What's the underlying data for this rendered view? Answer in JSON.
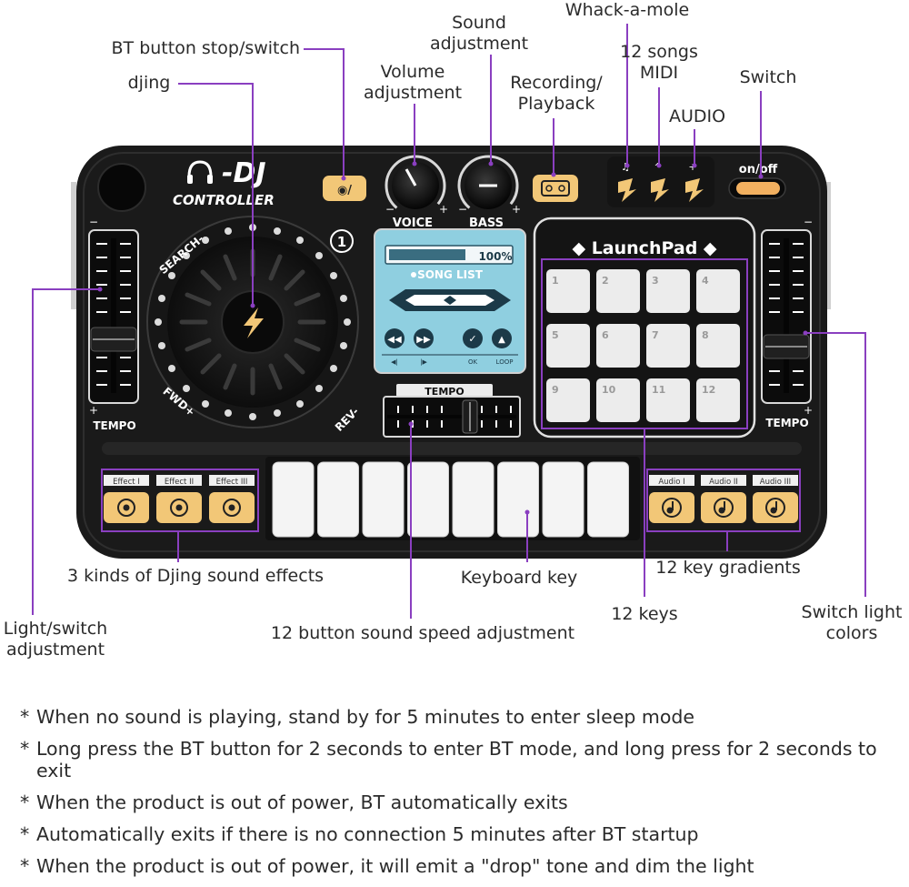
{
  "device": {
    "logo_text": "-DJ",
    "logo_subtext": "CONTROLLER",
    "knobs": [
      {
        "label": "VOICE",
        "minus": "−",
        "plus": "+"
      },
      {
        "label": "BASS",
        "minus": "−",
        "plus": "+"
      }
    ],
    "power_label": "on/off",
    "screen": {
      "percent": "100%",
      "song_list": "SONG LIST",
      "small_labels": [
        "◀|",
        "|▶",
        "OK",
        "LOOP"
      ]
    },
    "launchpad": {
      "title": "◆ LaunchPad ◆",
      "pads": [
        "1",
        "2",
        "3",
        "4",
        "5",
        "6",
        "7",
        "8",
        "9",
        "10",
        "11",
        "12"
      ]
    },
    "tempo_left": "TEMPO",
    "tempo_right": "TEMPO",
    "tempo_center": "TEMPO",
    "jog_labels": {
      "search": "SEARCH-",
      "fwd": "FWD+",
      "rev": "REV-",
      "mode": "1"
    },
    "effects": [
      "Effect I",
      "Effect II",
      "Effect III"
    ],
    "audios": [
      "Audio I",
      "Audio II",
      "Audio III"
    ],
    "keyboard_white_keys": 8,
    "slider_minus": "−",
    "slider_plus": "+"
  },
  "callouts": {
    "bt_button": "BT button stop/switch",
    "djing": "djing",
    "volume": [
      "Volume",
      "adjustment"
    ],
    "sound": [
      "Sound",
      "adjustment"
    ],
    "recording": [
      "Recording/",
      "Playback"
    ],
    "whack": "Whack-a-mole",
    "midi": [
      "12 songs",
      "MIDI"
    ],
    "audio": "AUDIO",
    "switch": "Switch",
    "effects": "3 kinds of Djing sound effects",
    "keyboard": "Keyboard key",
    "gradients": "12 key gradients",
    "keys12": "12 keys",
    "light_switch": [
      "Light/switch",
      "adjustment"
    ],
    "speed": "12 button sound speed adjustment",
    "switch_light": [
      "Switch light",
      "colors"
    ]
  },
  "notes": [
    "When no sound is playing, stand by for 5 minutes to enter sleep mode",
    "Long press the BT button for 2 seconds to enter BT mode, and long press for 2 seconds to exit",
    "When the product is out of power, BT automatically exits",
    "Automatically exits if there is no connection 5 minutes after BT startup",
    "When the product is out of power, it will emit a \"drop\" tone and dim the light"
  ],
  "note_bullet": "*",
  "colors": {
    "body": "#1a1a1a",
    "accent": "#f2c777",
    "callout_line": "#8a3fc0",
    "screen": "#8fcfe0",
    "pad": "#ececec",
    "key": "#f4f4f4"
  }
}
